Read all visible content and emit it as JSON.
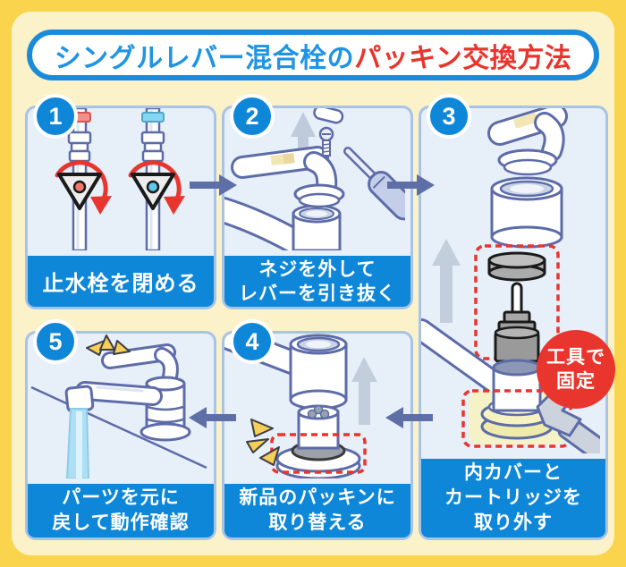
{
  "title": {
    "blue": "シングルレバー混合栓の",
    "red": "パッキン交換方法"
  },
  "steps": [
    {
      "number": "1",
      "caption": [
        "止水栓を閉める"
      ]
    },
    {
      "number": "2",
      "caption": [
        "ネジを外して",
        "レバーを引き抜く"
      ]
    },
    {
      "number": "3",
      "caption": [
        "内カバーと",
        "カートリッジを",
        "取り外す"
      ]
    },
    {
      "number": "4",
      "caption": [
        "新品のパッキンに",
        "取り替える"
      ]
    },
    {
      "number": "5",
      "caption": [
        "パーツを元に",
        "戻して動作確認"
      ]
    }
  ],
  "tool_badge": {
    "line1": "工具で",
    "line2": "固定"
  },
  "icons": {
    "step1": "stop-valve-pipes-icon",
    "step2": "remove-lever-screwdriver-icon",
    "step3": "remove-cover-cartridge-wrench-icon",
    "step4": "replace-packing-icon",
    "step5": "running-faucet-icon",
    "flow": [
      "arrow-right-icon",
      "arrow-right-icon",
      "arrow-left-icon",
      "arrow-left-icon"
    ]
  },
  "colors": {
    "frame_yellow": "#FBD44E",
    "background_cream": "#FCF2CA",
    "panel_fill": "#E7EFF9",
    "panel_border": "#A9C3E6",
    "caption_blue": "#0E87D9",
    "badge_blue": "#0E87D9",
    "title_blue": "#2094E3",
    "accent_red": "#E8352D",
    "flow_arrow": "#5D6FA6",
    "outline_slate": "#5D6CA8",
    "hot_red": "#F2776E",
    "cold_blue": "#5FC8E8",
    "water_blue": "#AEE0F5",
    "packing_yellow": "#F7F3C0",
    "spark_yellow": "#F6CE58"
  }
}
